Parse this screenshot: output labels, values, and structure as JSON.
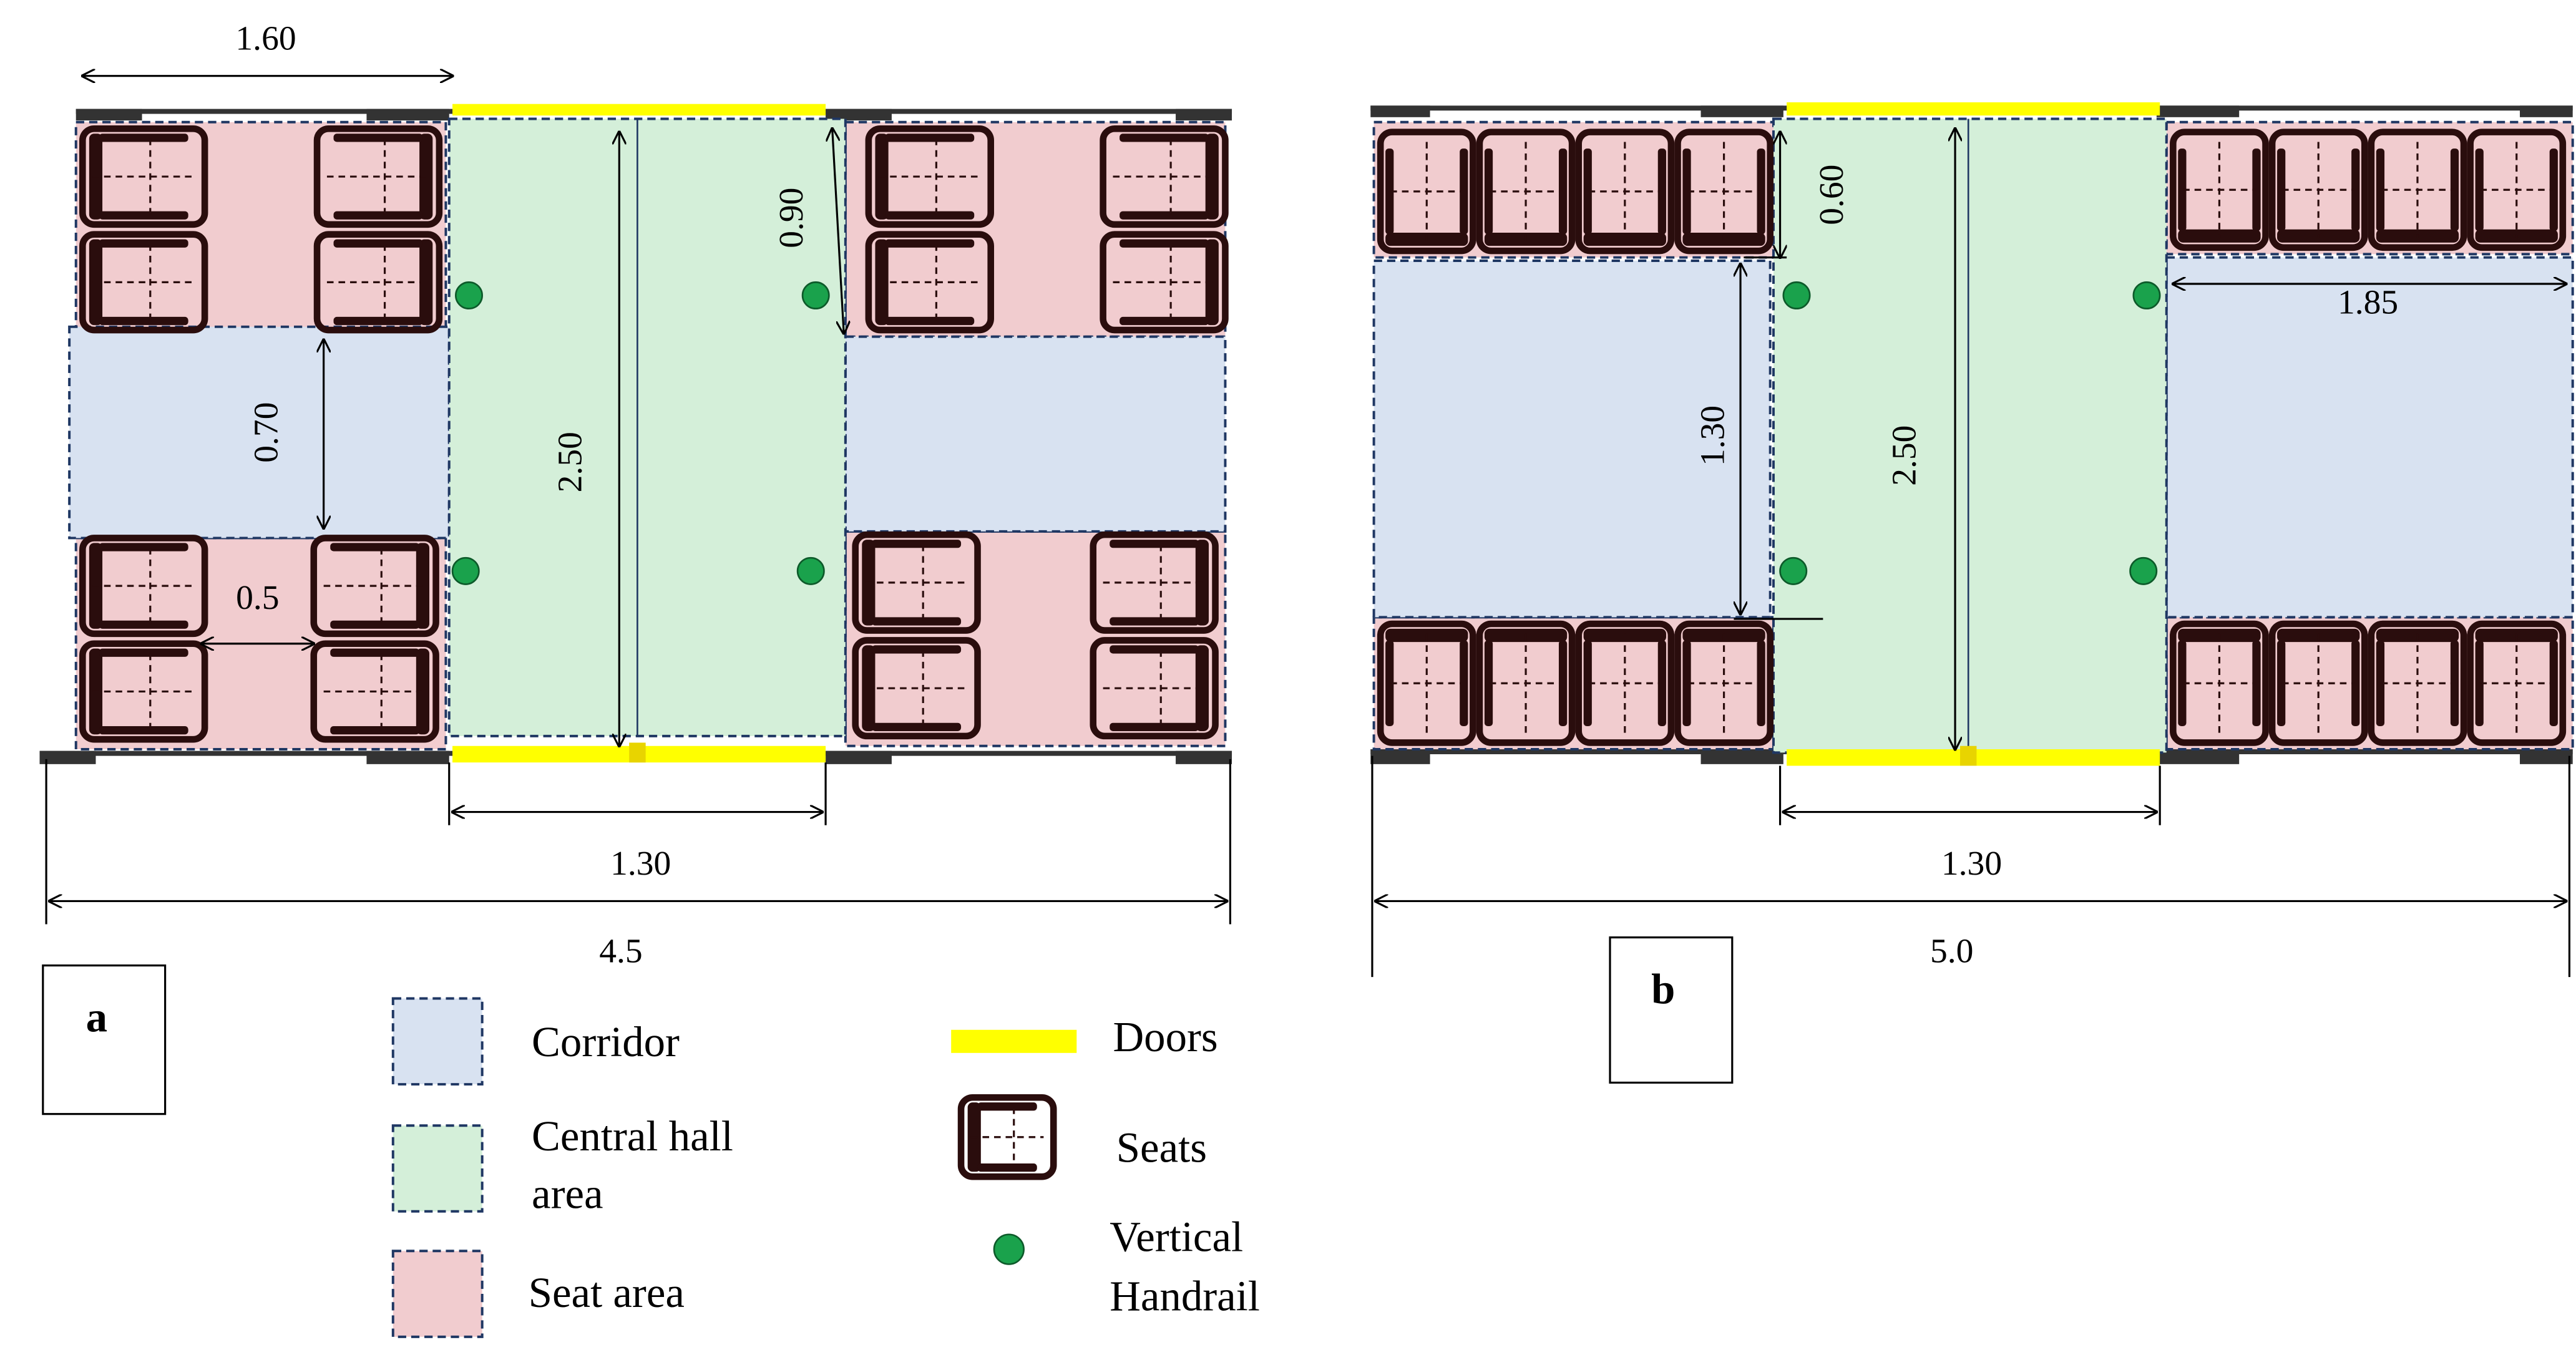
{
  "panel_a": {
    "label": "a",
    "dim_seat_block_width": "1.60",
    "dim_door_clearance": "0.90",
    "dim_corridor_height": "0.70",
    "dim_seat_gap": "0.5",
    "dim_hall_depth": "2.50",
    "dim_door_width": "1.30",
    "dim_total_length": "4.5"
  },
  "panel_b": {
    "label": "b",
    "dim_seat_row_depth": "0.60",
    "dim_corridor_height": "1.30",
    "dim_hall_depth": "2.50",
    "dim_corridor_width": "1.85",
    "dim_door_width": "1.30",
    "dim_total_length": "5.0"
  },
  "legend": {
    "corridor": "Corridor",
    "central_hall_line1": "Central hall",
    "central_hall_line2": "area",
    "seat_area": "Seat area",
    "doors": "Doors",
    "seats": "Seats",
    "handrail_line1": "Vertical",
    "handrail_line2": "Handrail"
  },
  "colors": {
    "corridor": "#d8e2f1",
    "central_hall": "#d4efd9",
    "seat_area": "#f1cccf",
    "doors": "#ffff00",
    "handrail": "#1aa24c",
    "seat_outline": "#2a0d0d",
    "dashed_border": "#1f3763",
    "wall": "#333333"
  }
}
